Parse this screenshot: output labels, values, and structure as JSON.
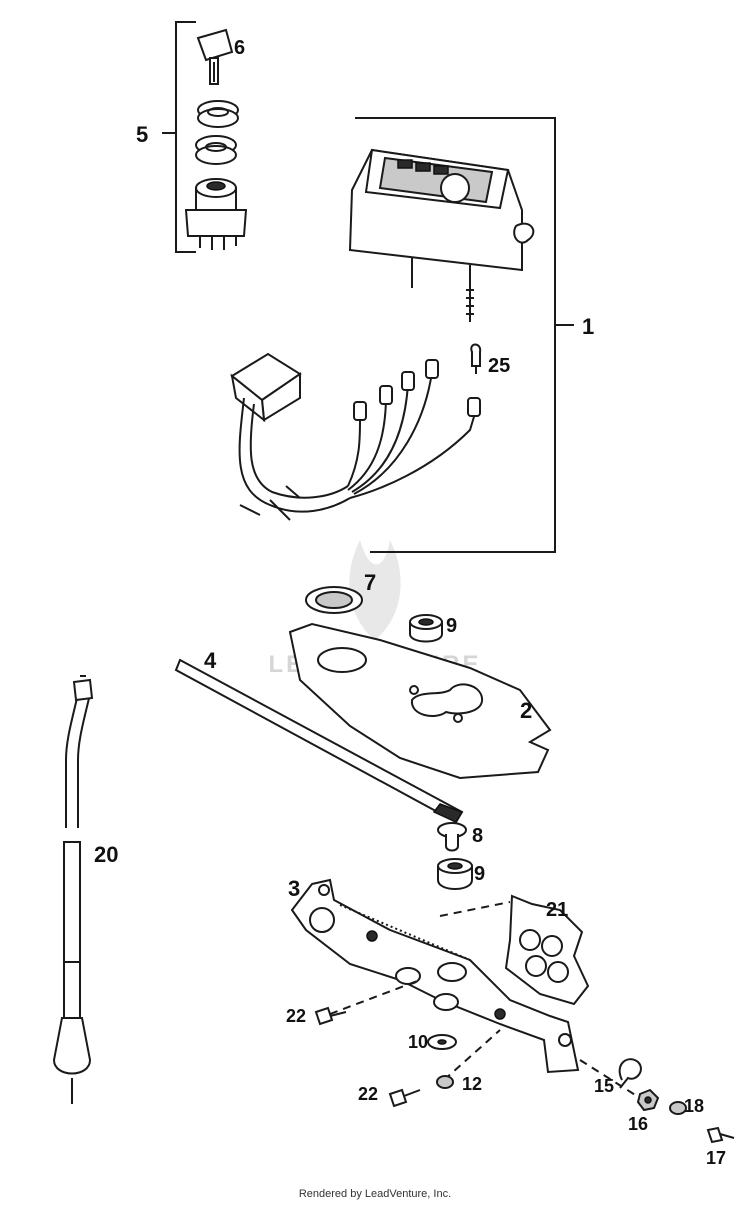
{
  "watermark": "LEADVENTURE",
  "footer": "Rendered by LeadVenture, Inc.",
  "callouts": {
    "c1": "1",
    "c2": "2",
    "c3": "3",
    "c4": "4",
    "c5": "5",
    "c6": "6",
    "c7": "7",
    "c8": "8",
    "c9a": "9",
    "c9b": "9",
    "c10": "10",
    "c12": "12",
    "c15": "15",
    "c16": "16",
    "c17": "17",
    "c18": "18",
    "c20": "20",
    "c21": "21",
    "c22a": "22",
    "c22b": "22",
    "c25": "25"
  }
}
